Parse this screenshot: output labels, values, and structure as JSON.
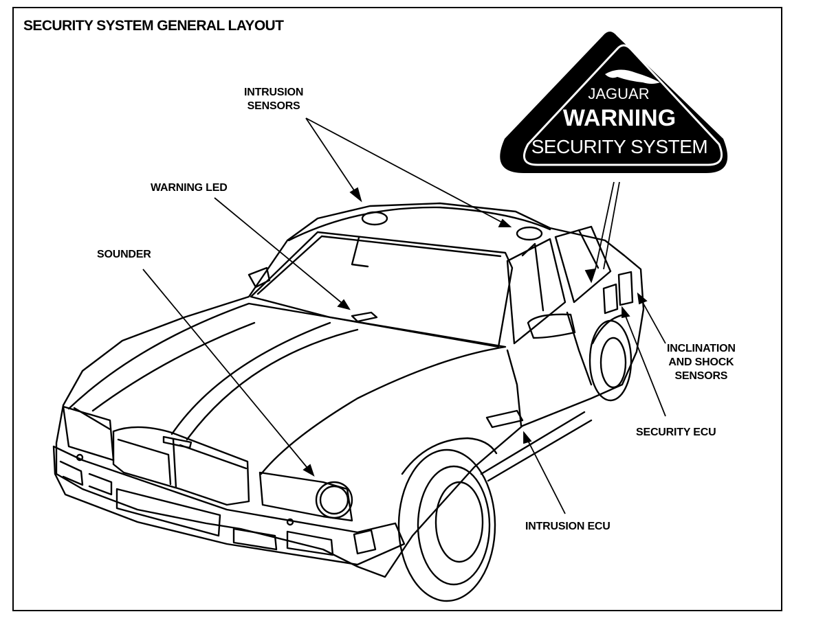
{
  "title": "SECURITY SYSTEM GENERAL LAYOUT",
  "callouts": {
    "intrusion_sensors": "INTRUSION\nSENSORS",
    "warning_led": "WARNING LED",
    "sounder": "SOUNDER",
    "inclination_shock": "INCLINATION\nAND SHOCK\nSENSORS",
    "security_ecu": "SECURITY ECU",
    "intrusion_ecu": "INTRUSION ECU"
  },
  "warning_sign": {
    "brand": "JAGUAR",
    "heading": "WARNING",
    "subheading": "SECURITY SYSTEM",
    "brand_mark": "leaping-jaguar-icon"
  },
  "colors": {
    "ink": "#000000",
    "paper": "#ffffff"
  }
}
